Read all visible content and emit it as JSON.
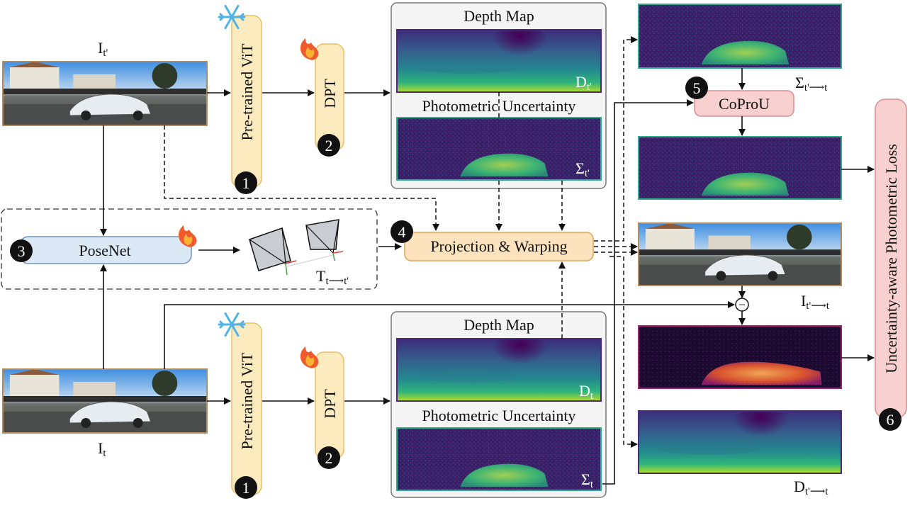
{
  "inputs": {
    "frame_prev": {
      "symbol": "I",
      "sub": "t'"
    },
    "frame_cur": {
      "symbol": "I",
      "sub": "t"
    }
  },
  "encoder": {
    "label": "Pre-trained ViT",
    "badge": "1",
    "status_icon": "snowflake-icon"
  },
  "decoder": {
    "label": "DPT",
    "badge": "2",
    "status_icon": "flame-icon"
  },
  "outputs_top": {
    "depth_title": "Depth Map",
    "depth_symbol": "D",
    "depth_sub": "t'",
    "unc_title": "Photometric Uncertainty",
    "unc_symbol": "Σ",
    "unc_sub": "t'"
  },
  "outputs_bottom": {
    "depth_title": "Depth Map",
    "depth_symbol": "D",
    "depth_sub": "t",
    "unc_title": "Photometric Uncertainty",
    "unc_symbol": "Σ",
    "unc_sub": "t"
  },
  "posenet": {
    "label": "PoseNet",
    "badge": "3",
    "status_icon": "flame-icon",
    "pose_symbol": "T",
    "pose_sub": "t⟶t'"
  },
  "projection": {
    "label": "Projection & Warping",
    "badge": "4"
  },
  "coprou": {
    "label": "CoProU",
    "badge": "5"
  },
  "loss": {
    "label": "Uncertainty-aware Photometric Loss",
    "badge": "6"
  },
  "warped": {
    "unc_symbol": "Σ",
    "unc_sub": "t'⟶t",
    "img_symbol": "I",
    "img_sub": "t'⟶t",
    "depth_symbol": "D",
    "depth_sub": "t'⟶t",
    "minus_symbol": "−"
  },
  "colors": {
    "vit_fill": "#fdebc0",
    "vit_stroke": "#e6c068",
    "posenet_fill": "#dbe8f6",
    "posenet_stroke": "#6f94be",
    "proj_fill": "#fde3bd",
    "proj_stroke": "#e0a455",
    "pink_fill": "#f8d0d0",
    "pink_stroke": "#d98e8e",
    "viridis_dark": "#440154",
    "viridis_mid": "#21908d",
    "viridis_bright": "#bddf26",
    "snow": "#4fb3e6",
    "flame": "#ef5a2f"
  }
}
